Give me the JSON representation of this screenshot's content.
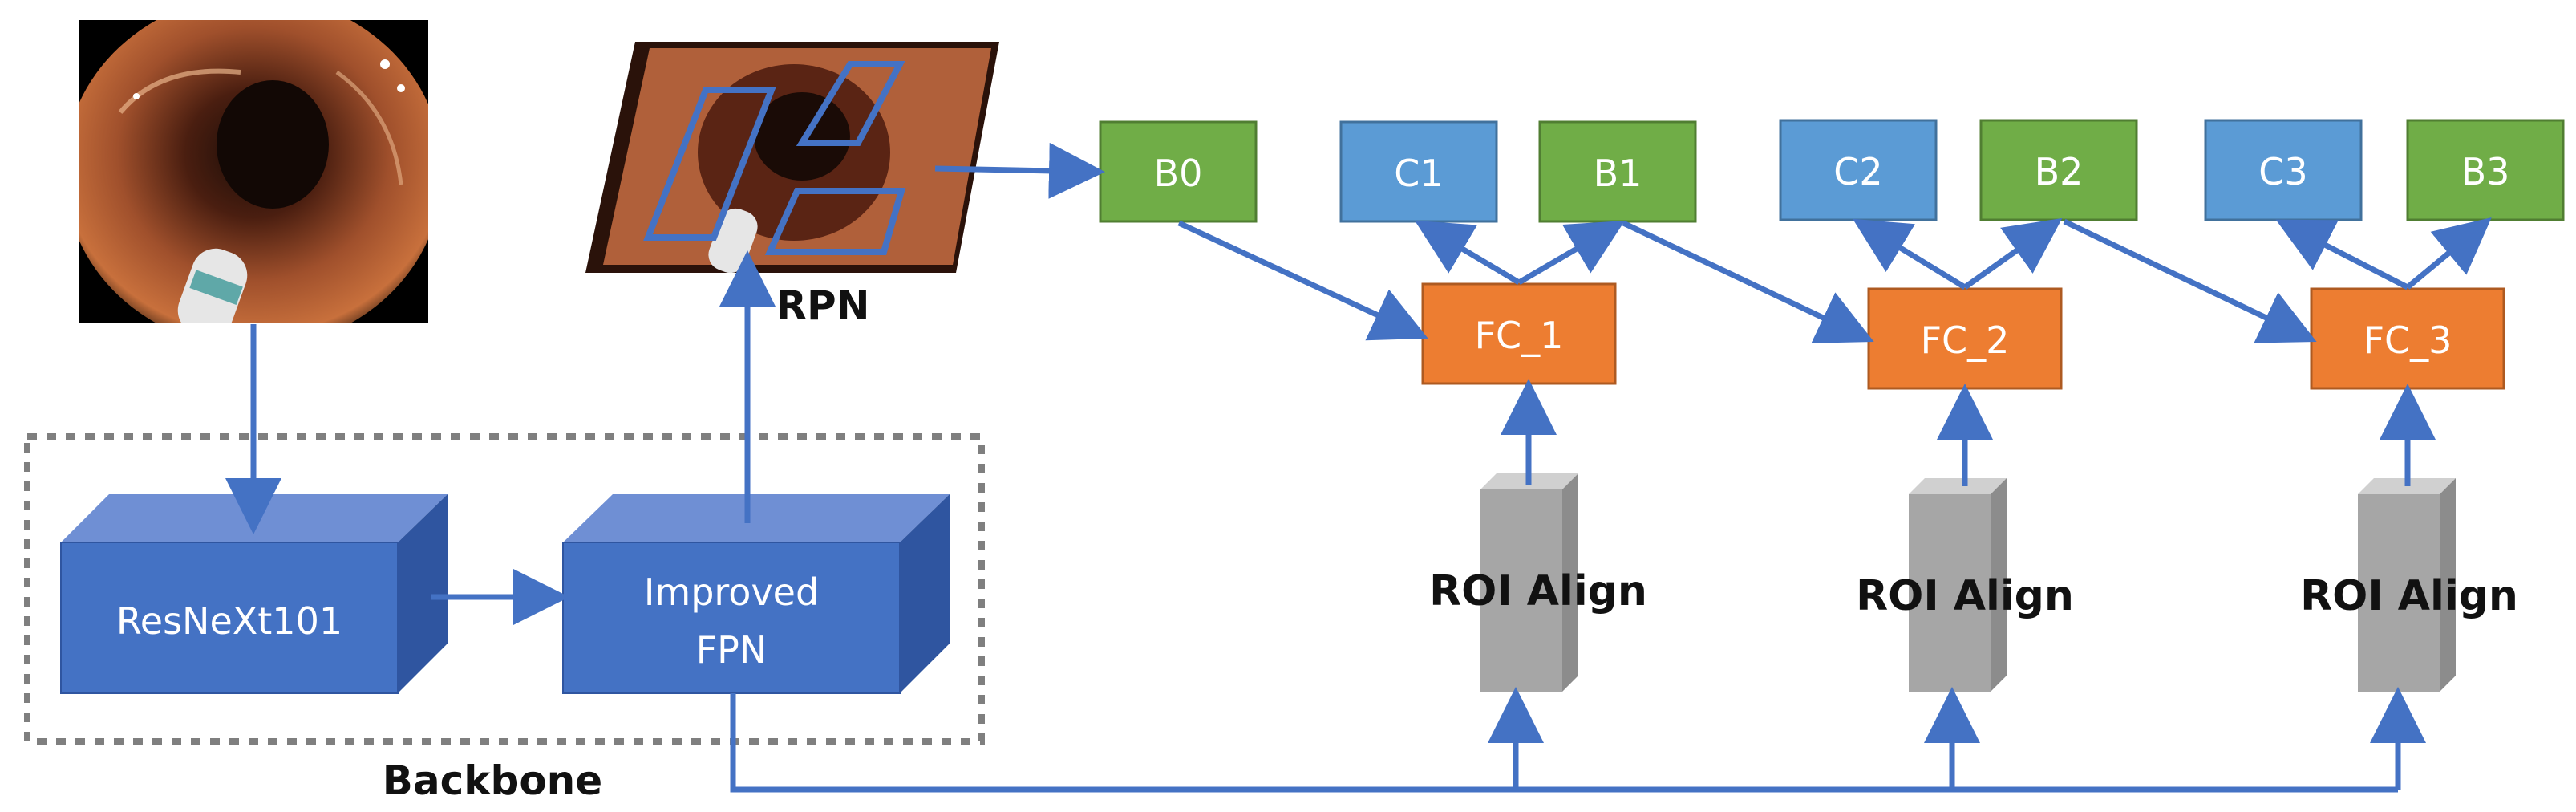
{
  "colors": {
    "arrow": "#4472c4",
    "box_3d_front": "#4472c4",
    "box_3d_top": "#6f8fd4",
    "box_3d_side": "#2f55a0",
    "box_green": "#70ad47",
    "box_blue": "#5b9bd5",
    "box_orange": "#ed7d31",
    "roi_front": "#a6a6a6",
    "roi_top": "#d0d0d0",
    "roi_side": "#8c8c8c",
    "dashed_border": "#7f7f7f"
  },
  "images": {
    "input_image": "endoscopy-image",
    "rpn_image": "endoscopy-image-with-proposals"
  },
  "backbone": {
    "label": "Backbone",
    "resnext": "ResNeXt101",
    "fpn_line1": "Improved",
    "fpn_line2": "FPN"
  },
  "rpn": {
    "label": "RPN"
  },
  "heads": {
    "b0": "B0",
    "c1": "C1",
    "b1": "B1",
    "c2": "C2",
    "b2": "B2",
    "c3": "C3",
    "b3": "B3",
    "fc1": "FC_1",
    "fc2": "FC_2",
    "fc3": "FC_3",
    "roi1": "ROI Align",
    "roi2": "ROI Align",
    "roi3": "ROI Align"
  }
}
